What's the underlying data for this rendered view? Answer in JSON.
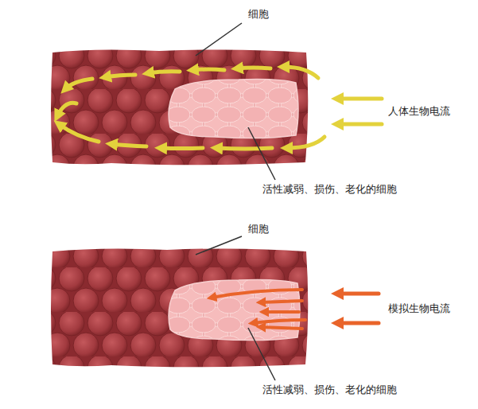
{
  "diagram": {
    "labels": [
      "细胞",
      "人体生物电流",
      "活性减弱、损伤、老化的细胞",
      "细胞",
      "模拟生物电流",
      "活性减弱、损伤、老化的细胞"
    ]
  }
}
